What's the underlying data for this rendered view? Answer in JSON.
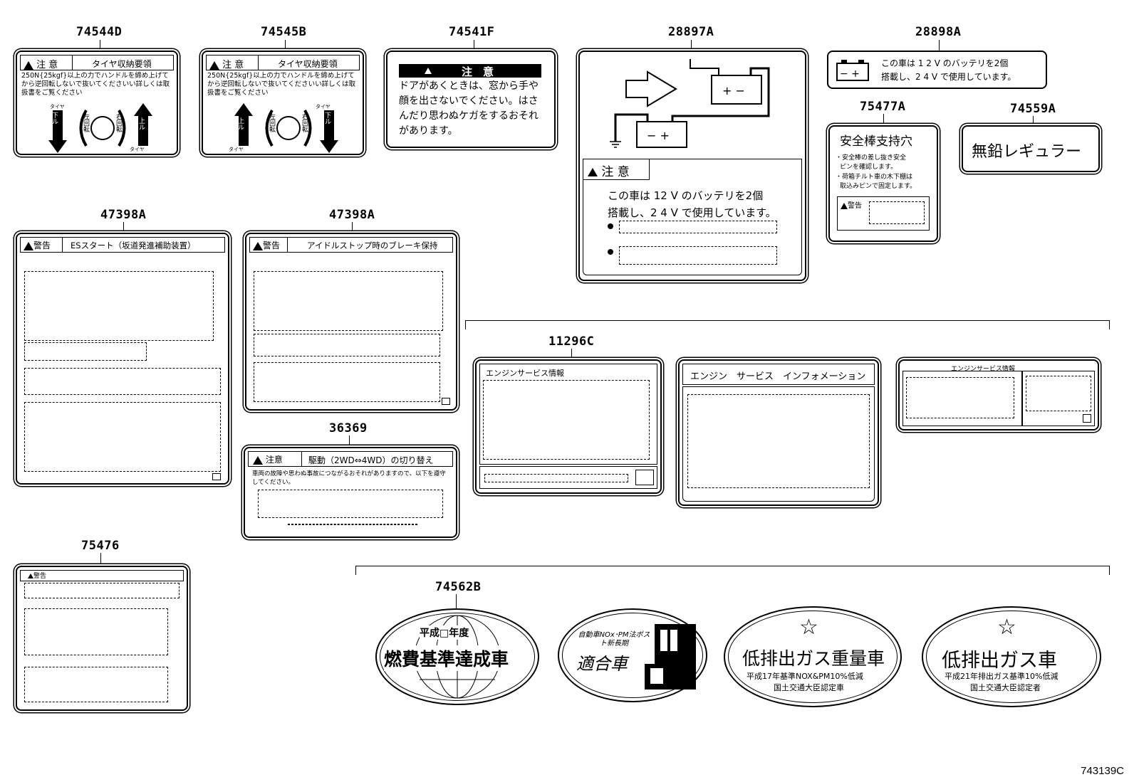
{
  "part_numbers": {
    "p74544D": "74544D",
    "p74545B": "74545B",
    "p74541F": "74541F",
    "p28897A": "28897A",
    "p28898A": "28898A",
    "p75477A": "75477A",
    "p74559A": "74559A",
    "p47398A_1": "47398A",
    "p47398A_2": "47398A",
    "p11296C": "11296C",
    "p36369": "36369",
    "p75476": "75476",
    "p74562B": "74562B"
  },
  "figure_id": "743139C",
  "label_74544D": {
    "header_left": "注 意",
    "header_right": "タイヤ収納要領",
    "body": "250N{25kgf}以上の力でハンドルを締め上げてから逆回転しないで抜いてくださいい詳しくは取扱書をご覧ください",
    "left_arrow": "下ル",
    "right_arrow": "上ル",
    "dial_left": "左回転",
    "dial_right": "右回転",
    "tire_top": "タイヤ",
    "tire_bottom": "タイヤ"
  },
  "label_74545B": {
    "header_left": "注 意",
    "header_right": "タイヤ収納要領",
    "body": "250N{25kgf}以上の力でハンドルを締め上げてから逆回転しないで抜いてくださいい詳しくは取扱書をご覧ください",
    "left_arrow": "上ル",
    "right_arrow": "下ル",
    "dial_left": "左回転",
    "dial_right": "右回転",
    "tire_top": "タイヤ",
    "tire_bottom": "タイヤ"
  },
  "label_74541F": {
    "header": "注　意",
    "body": "ドアがあくときは、窓から手や顔を出さないでください。はさんだり思わぬケガをするおそれがあります。"
  },
  "label_28897A": {
    "header": "注 意",
    "body_line1": "この車は 12 V のバッテリを2個",
    "body_line2": "搭載し、2 4 V で使用しています。"
  },
  "label_28898A": {
    "line1": "この車は 1 2 V のバッテリを2個",
    "line2": "搭載し、2 4 V で使用しています。"
  },
  "label_75477A": {
    "title": "安全棒支持穴",
    "line1": "・安全棒の差し抜き安全",
    "line2": "ピンを確認します。",
    "line3": "・荷箱チルト車の木下棚は",
    "line4": "取込みピンで固定します。",
    "warn": "警告"
  },
  "label_74559A": {
    "text": "無鉛レギュラー"
  },
  "label_47398A_1": {
    "header_left": "警告",
    "header_right": "ESスタート（坂道発進補助装置）"
  },
  "label_47398A_2": {
    "header_left": "警告",
    "header_right": "アイドルストップ時のブレーキ保持"
  },
  "label_36369": {
    "header_left": "注意",
    "header_right": "駆動（2WD⇔4WD）の切り替え",
    "body": "車両の故障や思わぬ事故につながるおそれがありますので、以下を遵守してください。"
  },
  "label_11296C": {
    "header": "エンジンサービス情報"
  },
  "label_eng_b": {
    "header": "エンジン　サービス　インフォメーション"
  },
  "label_eng_c": {
    "header": "エンジンサービス情報"
  },
  "label_75476": {
    "header": "警告"
  },
  "emblems": {
    "e1_top": "平成□年度",
    "e1_main": "燃費基準達成車",
    "e2_top": "自動車NOx･PM法ポスト新長期",
    "e2_main": "適合車",
    "e3_main": "低排出ガス重量車",
    "e3_sub1": "平成17年基準NOX&PM10%低減",
    "e3_sub2": "国土交通大臣認定車",
    "e4_main": "低排出ガス車",
    "e4_sub1": "平成21年排出ガス基準10%低減",
    "e4_sub2": "国土交通大臣認定者",
    "star": "☆"
  }
}
